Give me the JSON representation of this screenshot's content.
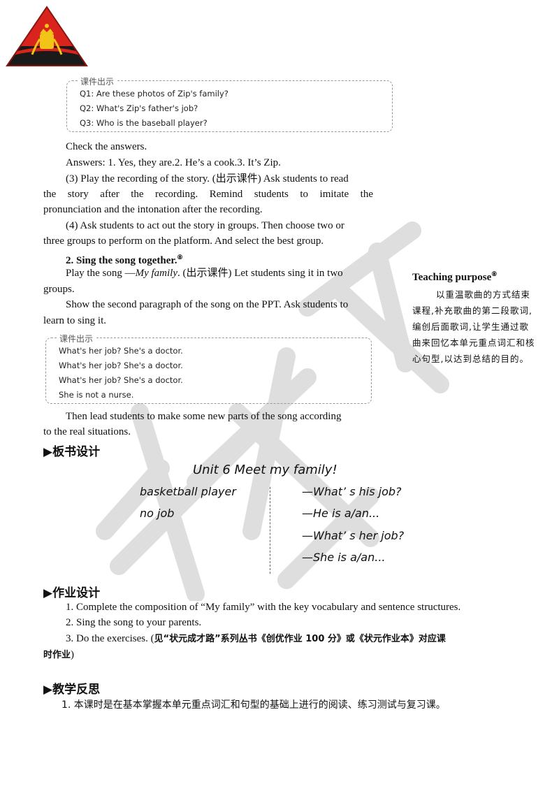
{
  "courseware_box_1": {
    "tag": "课件出示",
    "lines": [
      "Q1: Are these photos of Zip's family?",
      "Q2: What's Zip's father's job?",
      "Q3: Who is the baseball player?"
    ]
  },
  "body": {
    "check": "Check the answers.",
    "answers": "Answers: 1. Yes, they are.2. He’s a cook.3. It’s Zip.",
    "step3_line1": "(3) Play the recording of the story. (出示课件) Ask students to read",
    "step3_line2": "the story after the recording. Remind students to imitate the",
    "step3_line3": "pronunciation and the intonation after the recording.",
    "step4_line1": "(4) Ask students to act out the story in groups. Then choose two or",
    "step4_line2": "three groups to perform on the platform. And select the best group.",
    "sing_heading": "2. Sing the song together.",
    "sing_note": "⑧",
    "play_pre": "Play the song —",
    "play_title": "My family",
    "play_post": ". (出示课件) Let students sing it in two",
    "play_line2": "groups.",
    "show_line1": "Show the second paragraph of the song on the PPT. Ask students to",
    "show_line2": "learn to sing it.",
    "lead_line1": "Then lead students to make some new parts of the song according",
    "lead_line2": "to the real situations."
  },
  "courseware_box_2": {
    "tag": "课件出示",
    "lines": [
      "What's her job? She's a doctor.",
      "What's her job? She's a doctor.",
      "What's her job? She's a doctor.",
      "She is not a nurse."
    ]
  },
  "sidebar": {
    "title": "Teaching purpose",
    "note": "⑧",
    "text": "以重温歌曲的方式结束课程,补充歌曲的第二段歌词,编创后面歌词,让学生通过歌曲来回忆本单元重点词汇和核心句型,以达到总结的目的。"
  },
  "board": {
    "heading": "▶板书设计",
    "title": "Unit 6   Meet my family!",
    "left": [
      "basketball player",
      "no job"
    ],
    "right": [
      "—What’ s his job?",
      "—He is a/an...",
      "—What’ s her job?",
      "—She is a/an..."
    ]
  },
  "homework": {
    "heading": "▶作业设计",
    "item1": "1. Complete the composition of “My family” with the key vocabulary and sentence structures.",
    "item2": "2. Sing the song to your parents.",
    "item3_pre": "3. Do the exercises. (",
    "item3_bold1": "见“状元成才路”系列丛书《创优作业 100 分》或《状元作业本》对应课",
    "item3_bold2": "时作业",
    "item3_post": ")"
  },
  "reflection": {
    "heading": "▶教学反思",
    "item1": "1. 本课时是在基本掌握本单元重点词汇和句型的基础上进行的阅读、练习测试与复习课。"
  },
  "colors": {
    "logo_red": "#d8241c",
    "logo_yellow": "#f2c418",
    "logo_black": "#1a1a1a",
    "watermark": "#d4d4d4"
  }
}
